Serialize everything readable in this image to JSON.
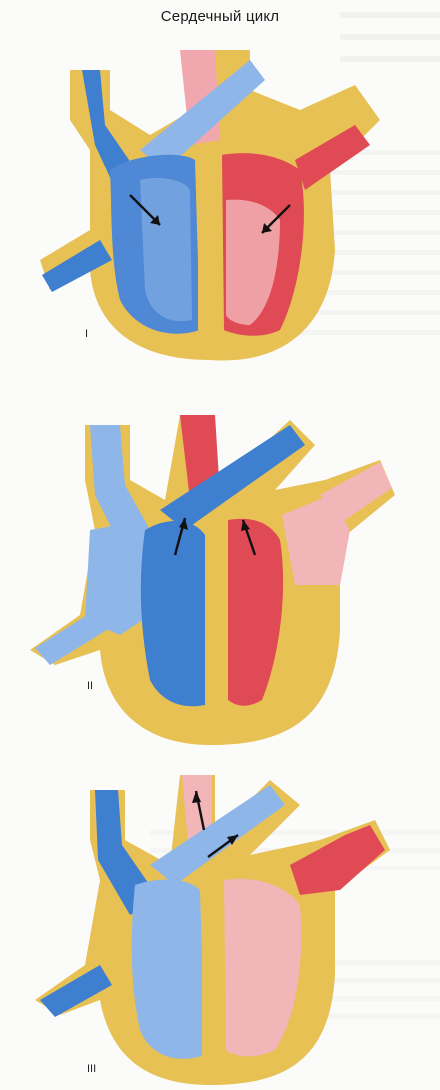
{
  "title": "Сердечный цикл",
  "stages": [
    {
      "label": "I"
    },
    {
      "label": "II"
    },
    {
      "label": "III"
    }
  ],
  "colors": {
    "wall": "#e8c155",
    "deoxygenated": "#3f7fd0",
    "deoxygenated_light": "#8fb6e8",
    "oxygenated": "#e04a55",
    "oxygenated_light": "#f2b5b8",
    "background": "#fbfbfa",
    "arrow": "#111111"
  }
}
